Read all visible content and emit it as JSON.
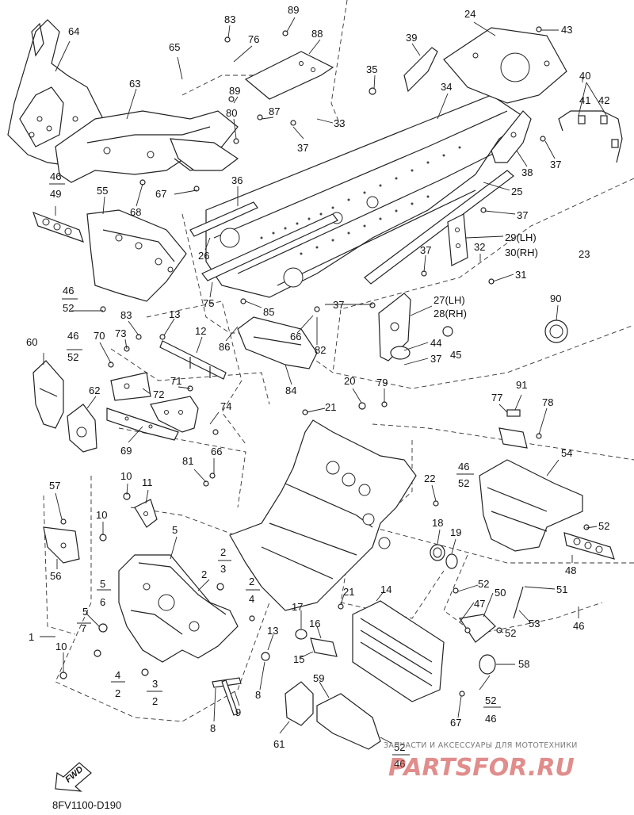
{
  "diagram_code": "8FV1100-D190",
  "fwd_label": "FWD",
  "watermark": {
    "caption": "ЗАПЧАСТИ И АКСЕССУАРЫ ДЛЯ МОТОТЕХНИКИ",
    "logo": "PARTSFOR.RU"
  },
  "callouts": [
    {
      "id": "c64",
      "text": "64"
    },
    {
      "id": "c63",
      "text": "63"
    },
    {
      "id": "c65",
      "text": "65"
    },
    {
      "id": "c83a",
      "text": "83"
    },
    {
      "id": "c89a",
      "text": "89"
    },
    {
      "id": "c76",
      "text": "76"
    },
    {
      "id": "c88",
      "text": "88"
    },
    {
      "id": "c89b",
      "text": "89"
    },
    {
      "id": "c80",
      "text": "80"
    },
    {
      "id": "c87",
      "text": "87"
    },
    {
      "id": "c33",
      "text": "33"
    },
    {
      "id": "c37a",
      "text": "37"
    },
    {
      "id": "c39",
      "text": "39"
    },
    {
      "id": "c35",
      "text": "35"
    },
    {
      "id": "c34",
      "text": "34"
    },
    {
      "id": "c24",
      "text": "24"
    },
    {
      "id": "c43",
      "text": "43"
    },
    {
      "id": "c40",
      "text": "40"
    },
    {
      "id": "c41",
      "text": "41"
    },
    {
      "id": "c42",
      "text": "42"
    },
    {
      "id": "c38",
      "text": "38"
    },
    {
      "id": "c37b",
      "text": "37"
    },
    {
      "id": "c25",
      "text": "25"
    },
    {
      "id": "c37c",
      "text": "37"
    },
    {
      "id": "c29",
      "text": "29(LH)"
    },
    {
      "id": "c30",
      "text": "30(RH)"
    },
    {
      "id": "c32",
      "text": "32"
    },
    {
      "id": "c23",
      "text": "23"
    },
    {
      "id": "c31",
      "text": "31"
    },
    {
      "id": "c90",
      "text": "90"
    },
    {
      "id": "c37d",
      "text": "37"
    },
    {
      "id": "c27",
      "text": "27(LH)"
    },
    {
      "id": "c28",
      "text": "28(RH)"
    },
    {
      "id": "c44",
      "text": "44"
    },
    {
      "id": "c45",
      "text": "45"
    },
    {
      "id": "c37e",
      "text": "37"
    },
    {
      "id": "c37f",
      "text": "37"
    },
    {
      "id": "c46a",
      "text": "46"
    },
    {
      "id": "c49",
      "text": "49"
    },
    {
      "id": "c55",
      "text": "55"
    },
    {
      "id": "c67a",
      "text": "67"
    },
    {
      "id": "c68",
      "text": "68"
    },
    {
      "id": "c36",
      "text": "36"
    },
    {
      "id": "c26",
      "text": "26"
    },
    {
      "id": "c75",
      "text": "75"
    },
    {
      "id": "c85",
      "text": "85"
    },
    {
      "id": "c46b",
      "text": "46"
    },
    {
      "id": "c52a",
      "text": "52"
    },
    {
      "id": "c83b",
      "text": "83"
    },
    {
      "id": "c13a",
      "text": "13"
    },
    {
      "id": "c12",
      "text": "12"
    },
    {
      "id": "c86",
      "text": "86"
    },
    {
      "id": "c66a",
      "text": "66"
    },
    {
      "id": "c82",
      "text": "82"
    },
    {
      "id": "c46c",
      "text": "46"
    },
    {
      "id": "c52b",
      "text": "52"
    },
    {
      "id": "c70",
      "text": "70"
    },
    {
      "id": "c73",
      "text": "73"
    },
    {
      "id": "c60",
      "text": "60"
    },
    {
      "id": "c84",
      "text": "84"
    },
    {
      "id": "c20",
      "text": "20"
    },
    {
      "id": "c79",
      "text": "79"
    },
    {
      "id": "c62",
      "text": "62"
    },
    {
      "id": "c72",
      "text": "72"
    },
    {
      "id": "c71",
      "text": "71"
    },
    {
      "id": "c74",
      "text": "74"
    },
    {
      "id": "c21a",
      "text": "21"
    },
    {
      "id": "c77",
      "text": "77"
    },
    {
      "id": "c91",
      "text": "91"
    },
    {
      "id": "c78",
      "text": "78"
    },
    {
      "id": "c69",
      "text": "69"
    },
    {
      "id": "c66b",
      "text": "66"
    },
    {
      "id": "c54",
      "text": "54"
    },
    {
      "id": "c81",
      "text": "81"
    },
    {
      "id": "c46d",
      "text": "46"
    },
    {
      "id": "c52c",
      "text": "52"
    },
    {
      "id": "c57",
      "text": "57"
    },
    {
      "id": "c10a",
      "text": "10"
    },
    {
      "id": "c11",
      "text": "11"
    },
    {
      "id": "c22",
      "text": "22"
    },
    {
      "id": "c10b",
      "text": "10"
    },
    {
      "id": "c18",
      "text": "18"
    },
    {
      "id": "c19",
      "text": "19"
    },
    {
      "id": "c52d",
      "text": "52"
    },
    {
      "id": "c56",
      "text": "56"
    },
    {
      "id": "c5a",
      "text": "5"
    },
    {
      "id": "c48",
      "text": "48"
    },
    {
      "id": "c2a",
      "text": "2"
    },
    {
      "id": "c3a",
      "text": "3"
    },
    {
      "id": "c2b",
      "text": "2"
    },
    {
      "id": "c5b",
      "text": "5"
    },
    {
      "id": "c6",
      "text": "6"
    },
    {
      "id": "c2c",
      "text": "2"
    },
    {
      "id": "c4a",
      "text": "4"
    },
    {
      "id": "c52e",
      "text": "52"
    },
    {
      "id": "c50",
      "text": "50"
    },
    {
      "id": "c51",
      "text": "51"
    },
    {
      "id": "c21b",
      "text": "21"
    },
    {
      "id": "c14",
      "text": "14"
    },
    {
      "id": "c47",
      "text": "47"
    },
    {
      "id": "c5c",
      "text": "5"
    },
    {
      "id": "c7",
      "text": "7"
    },
    {
      "id": "c17",
      "text": "17"
    },
    {
      "id": "c16",
      "text": "16"
    },
    {
      "id": "c53",
      "text": "53"
    },
    {
      "id": "c52f",
      "text": "52"
    },
    {
      "id": "c1",
      "text": "1"
    },
    {
      "id": "c13b",
      "text": "13"
    },
    {
      "id": "c46e",
      "text": "46"
    },
    {
      "id": "c10c",
      "text": "10"
    },
    {
      "id": "c15",
      "text": "15"
    },
    {
      "id": "c58",
      "text": "58"
    },
    {
      "id": "c4b",
      "text": "4"
    },
    {
      "id": "c2d",
      "text": "2"
    },
    {
      "id": "c3b",
      "text": "3"
    },
    {
      "id": "c2e",
      "text": "2"
    },
    {
      "id": "c8a",
      "text": "8"
    },
    {
      "id": "c9",
      "text": "9"
    },
    {
      "id": "c59",
      "text": "59"
    },
    {
      "id": "c52g",
      "text": "52"
    },
    {
      "id": "c46f",
      "text": "46"
    },
    {
      "id": "c67b",
      "text": "67"
    },
    {
      "id": "c8b",
      "text": "8"
    },
    {
      "id": "c61",
      "text": "61"
    },
    {
      "id": "c52h",
      "text": "52"
    },
    {
      "id": "c46g",
      "text": "46"
    }
  ]
}
